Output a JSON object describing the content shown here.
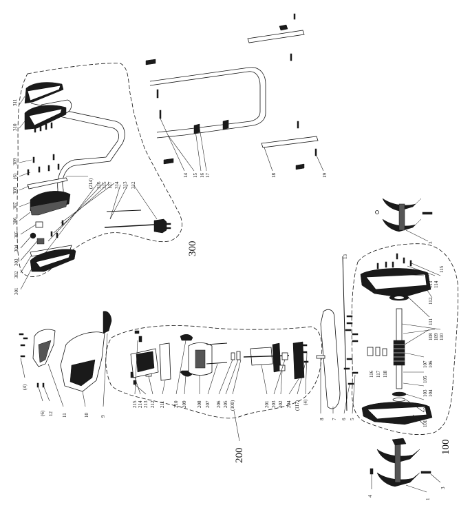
{
  "groups": [
    {
      "id": "300",
      "label": "300"
    },
    {
      "id": "200",
      "label": "200"
    },
    {
      "id": "100",
      "label": "100"
    }
  ],
  "labels": [
    {
      "id": "l311",
      "text": "311"
    },
    {
      "id": "l310",
      "text": "310"
    },
    {
      "id": "l309",
      "text": "309"
    },
    {
      "id": "l6a",
      "text": "(6)"
    },
    {
      "id": "l308",
      "text": "308"
    },
    {
      "id": "l307",
      "text": "307"
    },
    {
      "id": "l306",
      "text": "306"
    },
    {
      "id": "l305",
      "text": "305"
    },
    {
      "id": "l304",
      "text": "304"
    },
    {
      "id": "l303",
      "text": "303"
    },
    {
      "id": "l302",
      "text": "302"
    },
    {
      "id": "l301",
      "text": "301"
    },
    {
      "id": "l214b",
      "text": "(214)"
    },
    {
      "id": "l316",
      "text": "316"
    },
    {
      "id": "l315",
      "text": "315"
    },
    {
      "id": "l127",
      "text": "127"
    },
    {
      "id": "l314",
      "text": "314"
    },
    {
      "id": "l313",
      "text": "313"
    },
    {
      "id": "l312",
      "text": "312"
    },
    {
      "id": "l14",
      "text": "14"
    },
    {
      "id": "l15",
      "text": "15"
    },
    {
      "id": "l16",
      "text": "16"
    },
    {
      "id": "l17",
      "text": "17"
    },
    {
      "id": "l18",
      "text": "18"
    },
    {
      "id": "l19",
      "text": "19"
    },
    {
      "id": "l13",
      "text": "13"
    },
    {
      "id": "l3a",
      "text": "3"
    },
    {
      "id": "l116",
      "text": "116"
    },
    {
      "id": "l115",
      "text": "115"
    },
    {
      "id": "l114",
      "text": "114"
    },
    {
      "id": "l113",
      "text": "113"
    },
    {
      "id": "l112",
      "text": "112"
    },
    {
      "id": "l111",
      "text": "111"
    },
    {
      "id": "l110",
      "text": "110"
    },
    {
      "id": "l109",
      "text": "109"
    },
    {
      "id": "l108",
      "text": "108"
    },
    {
      "id": "l107",
      "text": "107"
    },
    {
      "id": "l106",
      "text": "106"
    },
    {
      "id": "l105",
      "text": "105"
    },
    {
      "id": "l104",
      "text": "104"
    },
    {
      "id": "l103",
      "text": "103"
    },
    {
      "id": "l102",
      "text": "102"
    },
    {
      "id": "l101",
      "text": "101"
    },
    {
      "id": "l117",
      "text": "117"
    },
    {
      "id": "l118",
      "text": "118"
    },
    {
      "id": "l4a",
      "text": "(4)"
    },
    {
      "id": "l6b",
      "text": "(6)"
    },
    {
      "id": "l12",
      "text": "12"
    },
    {
      "id": "l11",
      "text": "11"
    },
    {
      "id": "l10",
      "text": "10"
    },
    {
      "id": "l9",
      "text": "9"
    },
    {
      "id": "l215",
      "text": "215"
    },
    {
      "id": "l214",
      "text": "214"
    },
    {
      "id": "l213",
      "text": "213"
    },
    {
      "id": "l212",
      "text": "212"
    },
    {
      "id": "l211",
      "text": "211"
    },
    {
      "id": "l210",
      "text": "210"
    },
    {
      "id": "l209",
      "text": "209"
    },
    {
      "id": "l208",
      "text": "208"
    },
    {
      "id": "l207",
      "text": "207"
    },
    {
      "id": "l206",
      "text": "206"
    },
    {
      "id": "l205",
      "text": "205"
    },
    {
      "id": "l100b",
      "text": "(100)"
    },
    {
      "id": "l201",
      "text": "201"
    },
    {
      "id": "l203",
      "text": "203"
    },
    {
      "id": "l202",
      "text": "202"
    },
    {
      "id": "l204",
      "text": "204"
    },
    {
      "id": "l117b",
      "text": "(117)"
    },
    {
      "id": "l4b",
      "text": "(4)"
    },
    {
      "id": "l8",
      "text": "8"
    },
    {
      "id": "l7",
      "text": "7"
    },
    {
      "id": "l6",
      "text": "6"
    },
    {
      "id": "l5",
      "text": "5"
    },
    {
      "id": "l4",
      "text": "4"
    },
    {
      "id": "l1",
      "text": "1"
    },
    {
      "id": "l3b",
      "text": "3"
    }
  ]
}
